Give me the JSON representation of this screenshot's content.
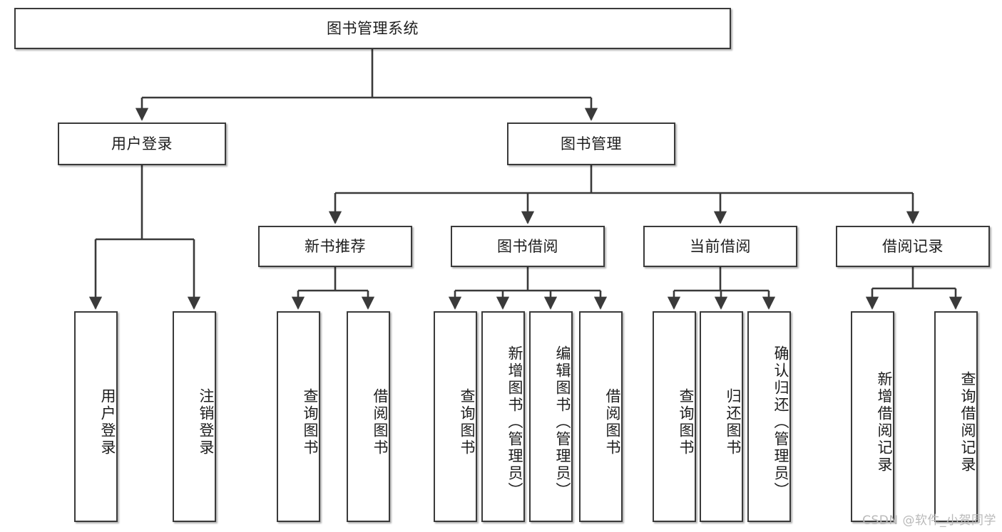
{
  "diagram": {
    "title": "图书管理系统",
    "type": "tree",
    "watermark": "CSDN @软件_小贺同学",
    "colors": {
      "stroke": "#3a3a3a",
      "fill": "#ffffff",
      "text": "#1d1d1d",
      "watermark": "#b9b9b9"
    },
    "levels": {
      "root": {
        "label": "图书管理系统"
      },
      "level1": [
        {
          "label": "用户登录"
        },
        {
          "label": "图书管理"
        }
      ],
      "level2": [
        {
          "label": "新书推荐"
        },
        {
          "label": "图书借阅"
        },
        {
          "label": "当前借阅"
        },
        {
          "label": "借阅记录"
        }
      ],
      "leaves": {
        "user_login": [
          {
            "label": "用户登录"
          },
          {
            "label": "注销登录"
          }
        ],
        "new_book": [
          {
            "label": "查询图书"
          },
          {
            "label": "借阅图书"
          }
        ],
        "book_borrow": [
          {
            "label": "查询图书"
          },
          {
            "label": "新增图书（管理员）"
          },
          {
            "label": "编辑图书（管理员）"
          },
          {
            "label": "借阅图书"
          }
        ],
        "current_borrow": [
          {
            "label": "查询图书"
          },
          {
            "label": "归还图书"
          },
          {
            "label": "确认归还（管理员）"
          }
        ],
        "borrow_record": [
          {
            "label": "新增借阅记录"
          },
          {
            "label": "查询借阅记录"
          }
        ]
      }
    }
  }
}
